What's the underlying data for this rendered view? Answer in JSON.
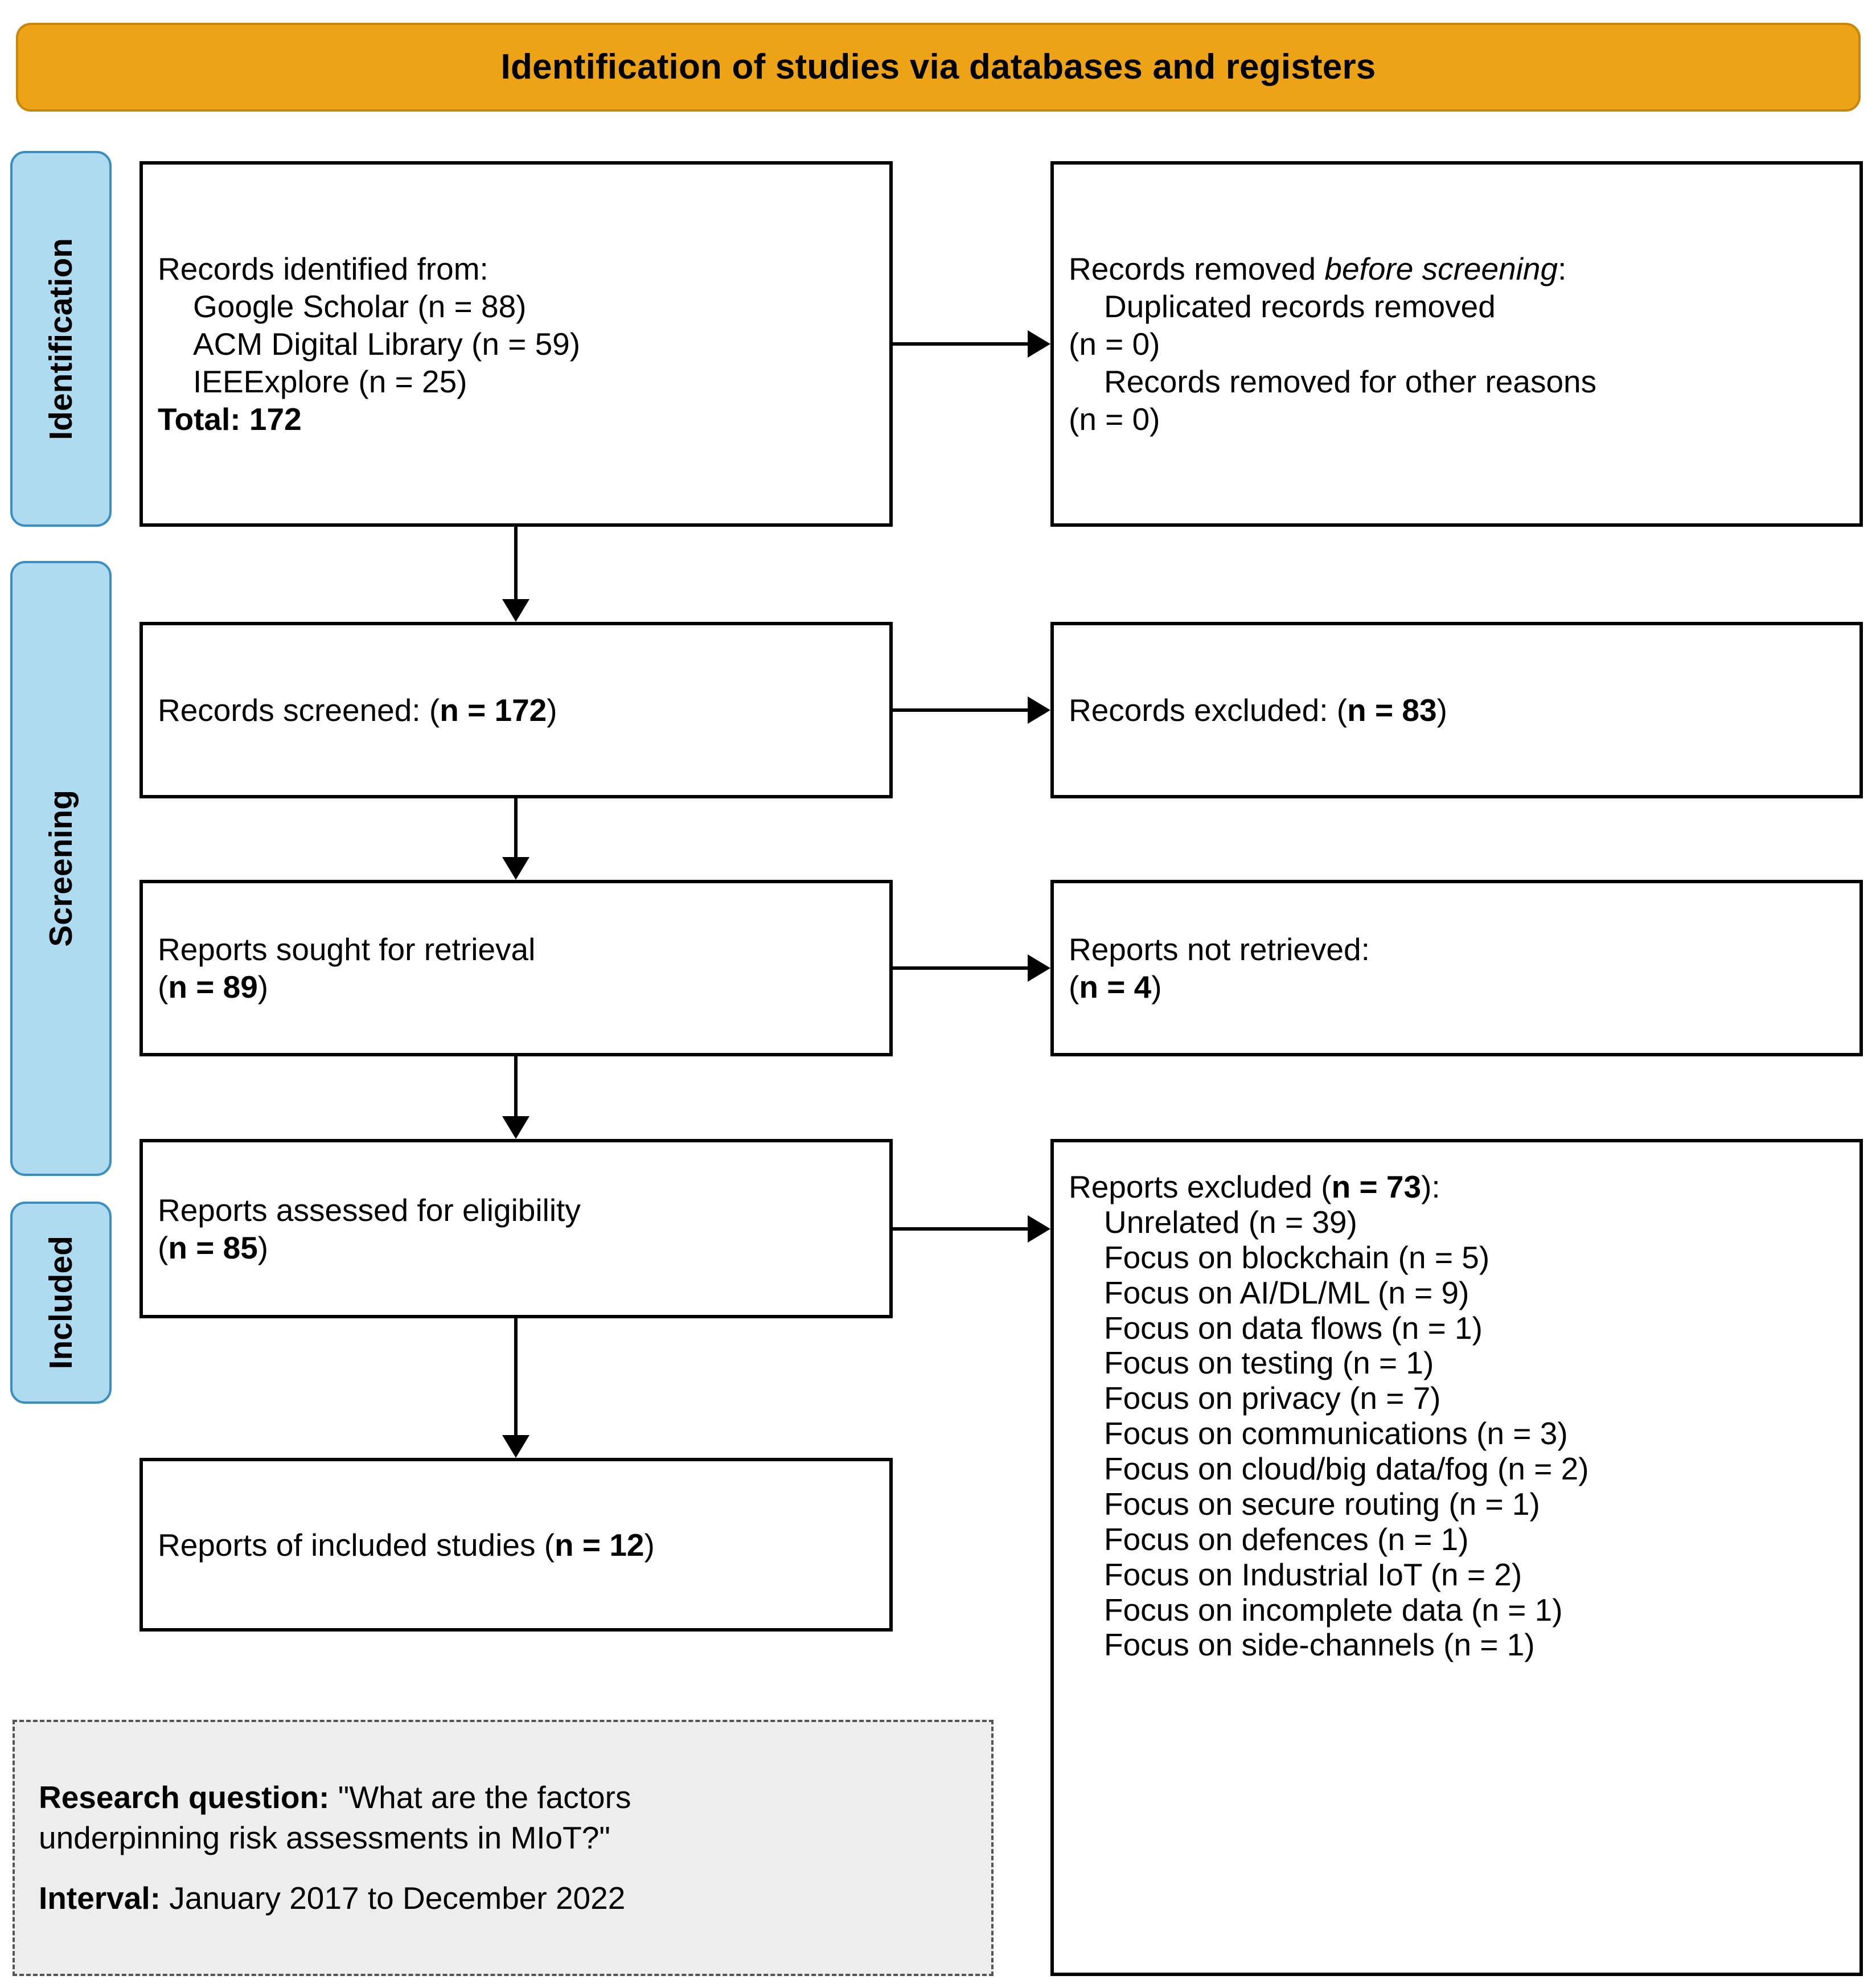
{
  "banner": {
    "title": "Identification of studies via databases and registers"
  },
  "stages": [
    {
      "id": "identification",
      "label": "Identification"
    },
    {
      "id": "screening",
      "label": "Screening"
    },
    {
      "id": "included",
      "label": "Included"
    }
  ],
  "boxes": {
    "identified": {
      "l0": "Records identified from:",
      "l1": "Google Scholar (n = 88)",
      "l2": "ACM Digital Library (n = 59)",
      "l3": "IEEExplore (n = 25)",
      "l4_bold": "Total: 172"
    },
    "removed": {
      "l0a": "Records removed ",
      "l0b": "before screening",
      "l0c": ":",
      "l1": "Duplicated records removed",
      "l2": "(n = 0)",
      "l3": "Records removed for other reasons",
      "l4": "(n = 0)"
    },
    "screened": {
      "pre": "Records screened: (",
      "bold": "n = 172",
      "post": ")"
    },
    "records_excluded": {
      "pre": "Records excluded: (",
      "bold": "n = 83",
      "post": ")"
    },
    "sought": {
      "l0": "Reports sought for retrieval",
      "l1_pre": "(",
      "l1_bold": "n = 89",
      "l1_post": ")"
    },
    "not_retrieved": {
      "l0": "Reports not retrieved:",
      "l1_pre": "(",
      "l1_bold": "n = 4",
      "l1_post": ")"
    },
    "assessed": {
      "l0": "Reports assessed for eligibility",
      "l1_pre": "(",
      "l1_bold": "n = 85",
      "l1_post": ")"
    },
    "included_studies": {
      "pre": "Reports of included studies (",
      "bold": "n = 12",
      "post": ")"
    },
    "reports_excluded": {
      "header_pre": "Reports excluded (",
      "header_bold": "n = 73",
      "header_post": "):",
      "reasons": [
        "Unrelated (n = 39)",
        "Focus on blockchain (n = 5)",
        "Focus on AI/DL/ML (n = 9)",
        "Focus on data flows (n = 1)",
        "Focus on testing (n = 1)",
        "Focus on privacy (n = 7)",
        "Focus on communications (n = 3)",
        "Focus on cloud/big data/fog (n = 2)",
        "Focus on secure routing (n = 1)",
        "Focus on defences (n = 1)",
        "Focus on Industrial IoT (n = 2)",
        "Focus on incomplete data (n = 1)",
        "Focus on side-channels (n = 1)"
      ]
    }
  },
  "research": {
    "q_label": "Research question:",
    "q_text_line1": " \"What are the factors",
    "q_text_line2": "underpinning risk assessments in MIoT?\"",
    "interval_label": "Interval:",
    "interval_text": " January 2017 to December 2022"
  },
  "colors": {
    "banner_fill": "#eda316",
    "banner_stroke": "#c8860b",
    "stage_fill": "#aedbf0",
    "stage_stroke": "#3b8fc0",
    "box_stroke": "#000000",
    "research_fill": "#ededed"
  }
}
